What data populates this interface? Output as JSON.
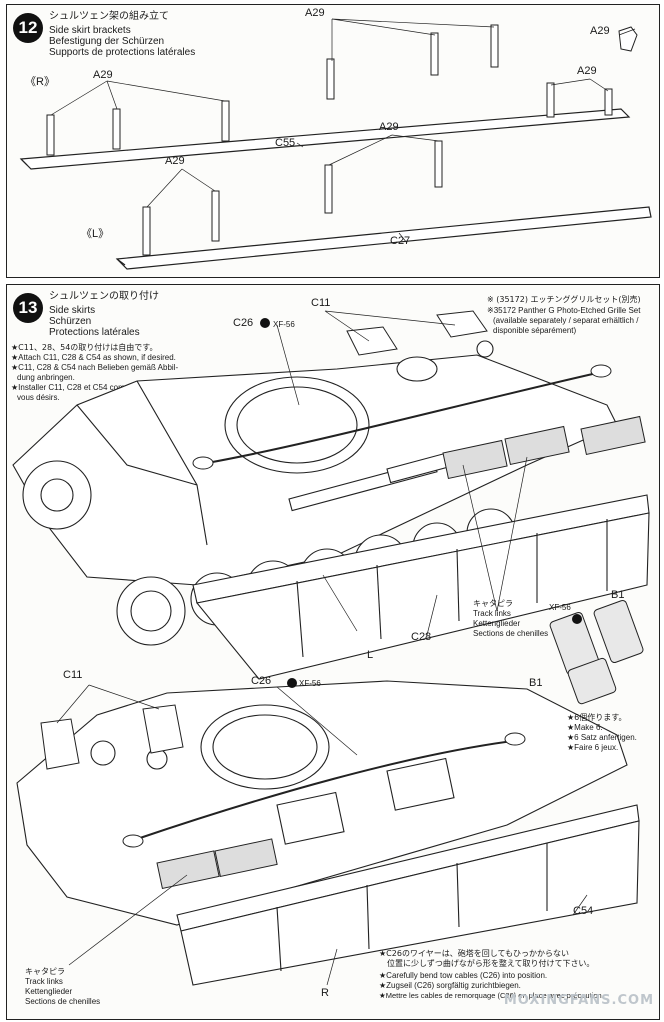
{
  "step12": {
    "number": "12",
    "title_jp": "シュルツェン架の組み立て",
    "title_en": "Side skirt brackets",
    "title_de": "Befestigung der Schürzen",
    "title_fr": "Supports de protections latérales",
    "side_r": "《R》",
    "side_l": "《L》",
    "part_bracket": "A29",
    "part_rail_r": "C55",
    "part_rail_l": "C27"
  },
  "step13": {
    "number": "13",
    "title_jp": "シュルツェンの取り付け",
    "title_en": "Side skirts",
    "title_de": "Schürzen",
    "title_fr": "Protections latérales",
    "notes": [
      "★C11、28、54の取り付けは自由です。",
      "★Attach C11, C28 & C54 as shown, if desired.",
      "★C11, C28 & C54 nach Belieben gemäß Abbil-",
      "dung anbringen.",
      "★Installer C11, C28 et C54 comme indiqué, si",
      "vous désirs."
    ],
    "etch_note": [
      "※ (35172) エッチンググリルセット(別売)",
      "※35172 Panther G Photo-Etched Grille Set",
      "(available separately / separat erhältlich /",
      "disponible séparément)"
    ],
    "part_c11": "C11",
    "part_c26": "C26",
    "paint_xf56": "XF-56",
    "part_c28": "C28",
    "part_c54": "C54",
    "part_b1": "B1",
    "side_l": "L",
    "side_r": "R",
    "track_jp": "キャタピラ",
    "track_en": "Track links",
    "track_de": "Kettenglieder",
    "track_fr": "Sections de chenilles",
    "make6": [
      "★6個作ります。",
      "★Make 6.",
      "★6 Satz anfertigen.",
      "★Faire 6 jeux."
    ],
    "tow_note": [
      "★C26のワイヤーは、砲塔を回してもひっかからない",
      "位置に少しずつ曲げながら形を整えて取り付けて下さい。",
      "★Carefully bend tow cables (C26) into position.",
      "★Zugseil (C26) sorgfältig zurichtbiegen.",
      "★Mettre les cables de remorquage (C26) en place avec précaution."
    ]
  },
  "watermark": "MOXINGFANS.COM"
}
